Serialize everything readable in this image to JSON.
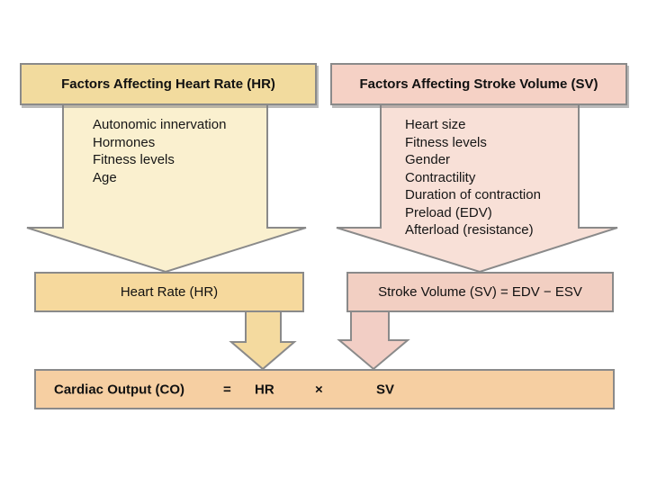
{
  "diagram": {
    "left": {
      "header": "Factors Affecting Heart Rate (HR)",
      "factors": [
        "Autonomic innervation",
        "Hormones",
        "Fitness levels",
        "Age"
      ],
      "result": "Heart Rate (HR)"
    },
    "right": {
      "header": "Factors Affecting Stroke Volume (SV)",
      "factors": [
        "Heart size",
        "Fitness levels",
        "Gender",
        "Contractility",
        "Duration of contraction",
        "Preload (EDV)",
        "Afterload (resistance)"
      ],
      "result": "Stroke Volume (SV) = EDV − ESV"
    },
    "equation": {
      "label": "Cardiac Output (CO)",
      "equals": "=",
      "hr": "HR",
      "times": "×",
      "sv": "SV"
    },
    "colors": {
      "left_header_fill": "#F2DB9E",
      "left_funnel_fill": "#FAF0CF",
      "hr_box_fill": "#F6D99D",
      "small_yellow_arrow_fill": "#F4DA9F",
      "right_header_fill": "#F5D1C5",
      "right_funnel_fill": "#F8E0D7",
      "sv_box_fill": "#F2CFC2",
      "small_pink_arrow_fill": "#F2CEC5",
      "co_box_fill": "#F6CFA2",
      "border_gray": "#8A8A8A"
    }
  }
}
